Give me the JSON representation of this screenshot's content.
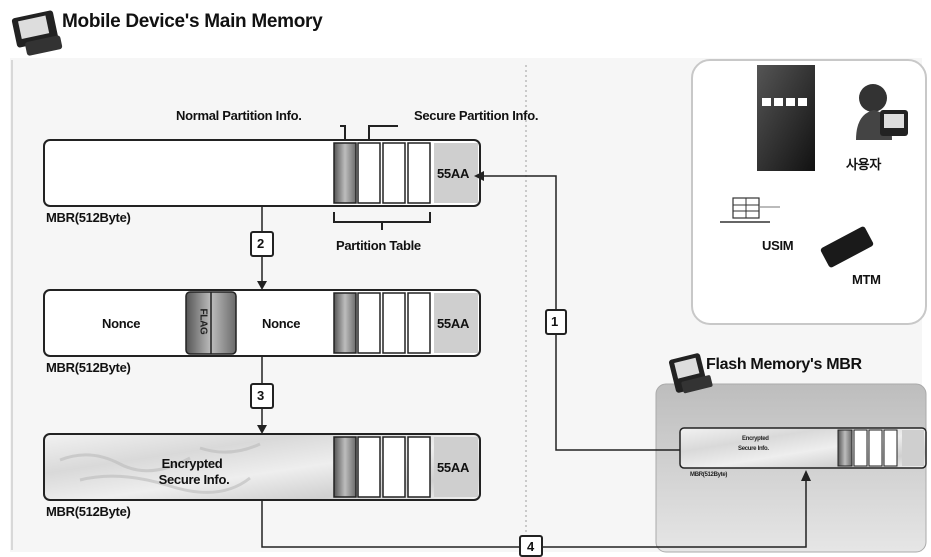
{
  "title": "Mobile Device's Main Memory",
  "flash_title": "Flash Memory's MBR",
  "normal_partition_info": "Normal Partition Info.",
  "secure_partition_info": "Secure Partition Info.",
  "partition_table": "Partition Table",
  "mbr_label": "MBR(512Byte)",
  "signature": "55AA",
  "nonce_left": "Nonce",
  "nonce_right": "Nonce",
  "flag": "FLAG",
  "encrypted_line1": "Encrypted",
  "encrypted_line2": "Secure Info.",
  "flash_encrypted_line1": "Encrypted",
  "flash_encrypted_line2": "Secure Info.",
  "flash_mbr_label": "MBR(512Byte)",
  "devices": {
    "user": "사용자",
    "usim": "USIM",
    "mtm": "MTM"
  },
  "steps": [
    "1",
    "2",
    "3",
    "4"
  ]
}
